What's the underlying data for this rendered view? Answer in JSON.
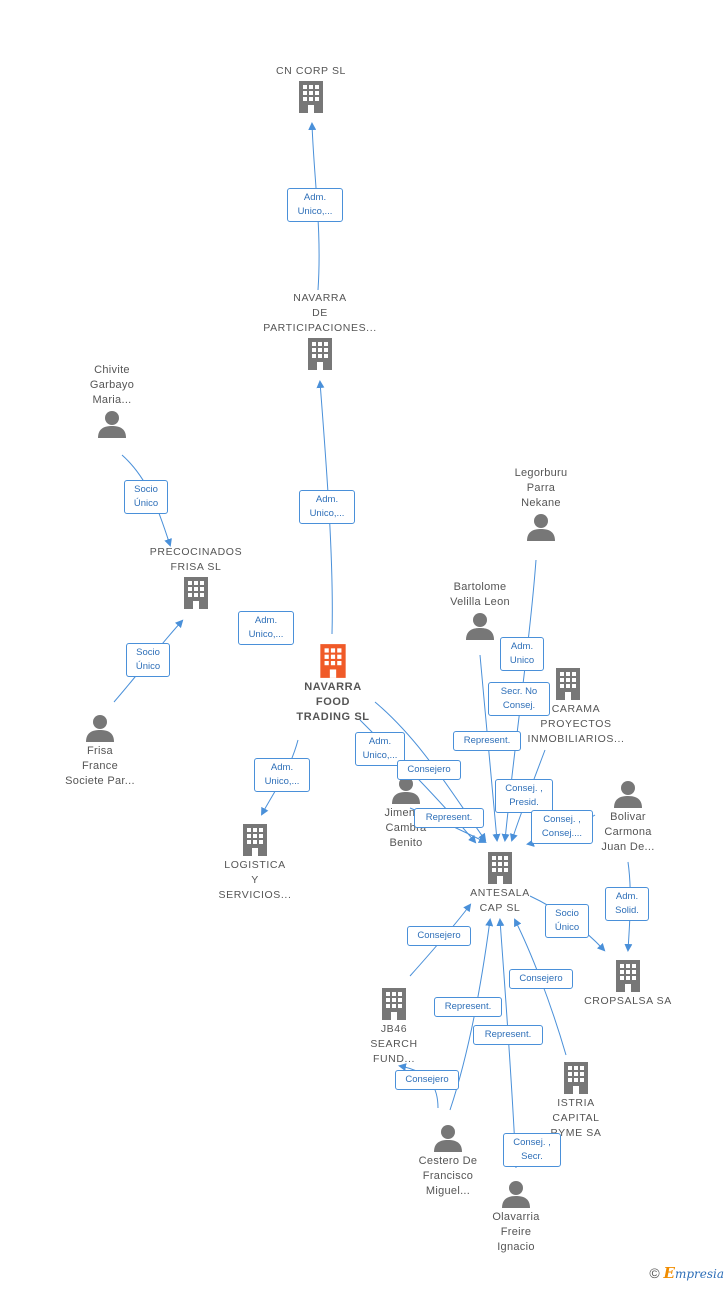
{
  "nodes": {
    "cn_corp": "CN CORP  SL",
    "navarra_part": "NAVARRA\nDE\nPARTICIPACIONES...",
    "chivite": "Chivite\nGarbayo\nMaria...",
    "precocinados": "PRECOCINADOS\nFRISA SL",
    "frisa_france": "Frisa\nFrance\nSociete Par...",
    "navarra_food": "NAVARRA\nFOOD\nTRADING  SL",
    "logistica": "LOGISTICA\nY\nSERVICIOS...",
    "legorburu": "Legorburu\nParra\nNekane",
    "bartolome": "Bartolome\nVelilla Leon",
    "carama": "CARAMA\nPROYECTOS\nINMOBILIARIOS...",
    "jimenez": "Jimenez\nCambra\nBenito",
    "bolivar": "Bolivar\nCarmona\nJuan De...",
    "antesala": "ANTESALA\nCAP  SL",
    "cropsalsa": "CROPSALSA SA",
    "jb46": "JB46\nSEARCH\nFUND...",
    "istria": "ISTRIA\nCAPITAL\nPYME SA",
    "cestero": "Cestero De\nFrancisco\nMiguel...",
    "olavarria": "Olavarria\nFreire\nIgnacio"
  },
  "edge_labels": {
    "adm_cn": "Adm.\nUnico,...",
    "adm_nav_part": "Adm.\nUnico,...",
    "socio_chivite": "Socio\nÚnico",
    "socio_frisa": "Socio\nÚnico",
    "adm_food_prec": "Adm.\nUnico,...",
    "adm_logistica": "Adm.\nUnico,...",
    "adm_food_ant": "Adm.\nUnico,...",
    "consejero_food": "Consejero",
    "adm_legorburu": "Adm.\nUnico",
    "secr_no_consej": "Secr.  No\nConsej.",
    "represent_bart": "Represent.",
    "consej_presid": "Consej. ,\nPresid.",
    "represent_jim": "Represent.",
    "consej_consej": "Consej. ,\nConsej....",
    "socio_cropsalsa": "Socio\nÚnico",
    "adm_solid": "Adm.\nSolid.",
    "consejero_jb46": "Consejero",
    "consejero_istria": "Consejero",
    "represent_cest": "Represent.",
    "represent_olav": "Represent.",
    "consejero_cest": "Consejero",
    "consej_secr": "Consej. ,\nSecr."
  },
  "colors": {
    "edge": "#4a90d9",
    "icon_gray": "#777777",
    "focus_orange": "#f05a28"
  },
  "brand": {
    "copyright": "©",
    "e": "E",
    "rest": "mpresia"
  }
}
